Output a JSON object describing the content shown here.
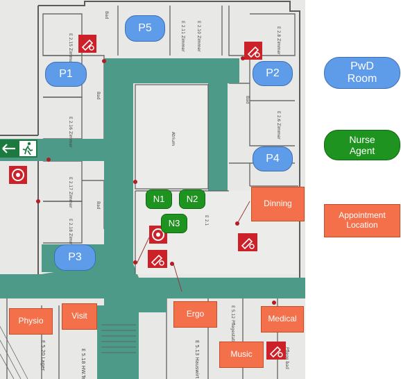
{
  "colors": {
    "corridor": "#4c9a87",
    "floor": "#ececeb",
    "wall": "#5b5b5b",
    "pwd": "#5e9be9",
    "nurse": "#1f9320",
    "appointment": "#f3704a",
    "fire": "#cc2128",
    "exit": "#1c7a3e"
  },
  "pwd_rooms": {
    "p1": "P1",
    "p2": "P2",
    "p3": "P3",
    "p4": "P4",
    "p5": "P5"
  },
  "nurse_agents": {
    "n1": "N1",
    "n2": "N2",
    "n3": "N3"
  },
  "appointments": {
    "dinning": "Dinning",
    "physio": "Physio",
    "visit": "Visit",
    "ergo": "Ergo",
    "medical": "Medical",
    "music": "Music"
  },
  "legend": {
    "pwd_room": "PwD\nRoom",
    "nurse_agent": "Nurse\nAgent",
    "appointment_location": "Appointment\nLocation"
  },
  "icons": {
    "fire_extinguisher": "fire-extinguisher-icon",
    "fire_alarm": "fire-alarm-icon",
    "emergency_exit": "emergency-exit-icon"
  }
}
